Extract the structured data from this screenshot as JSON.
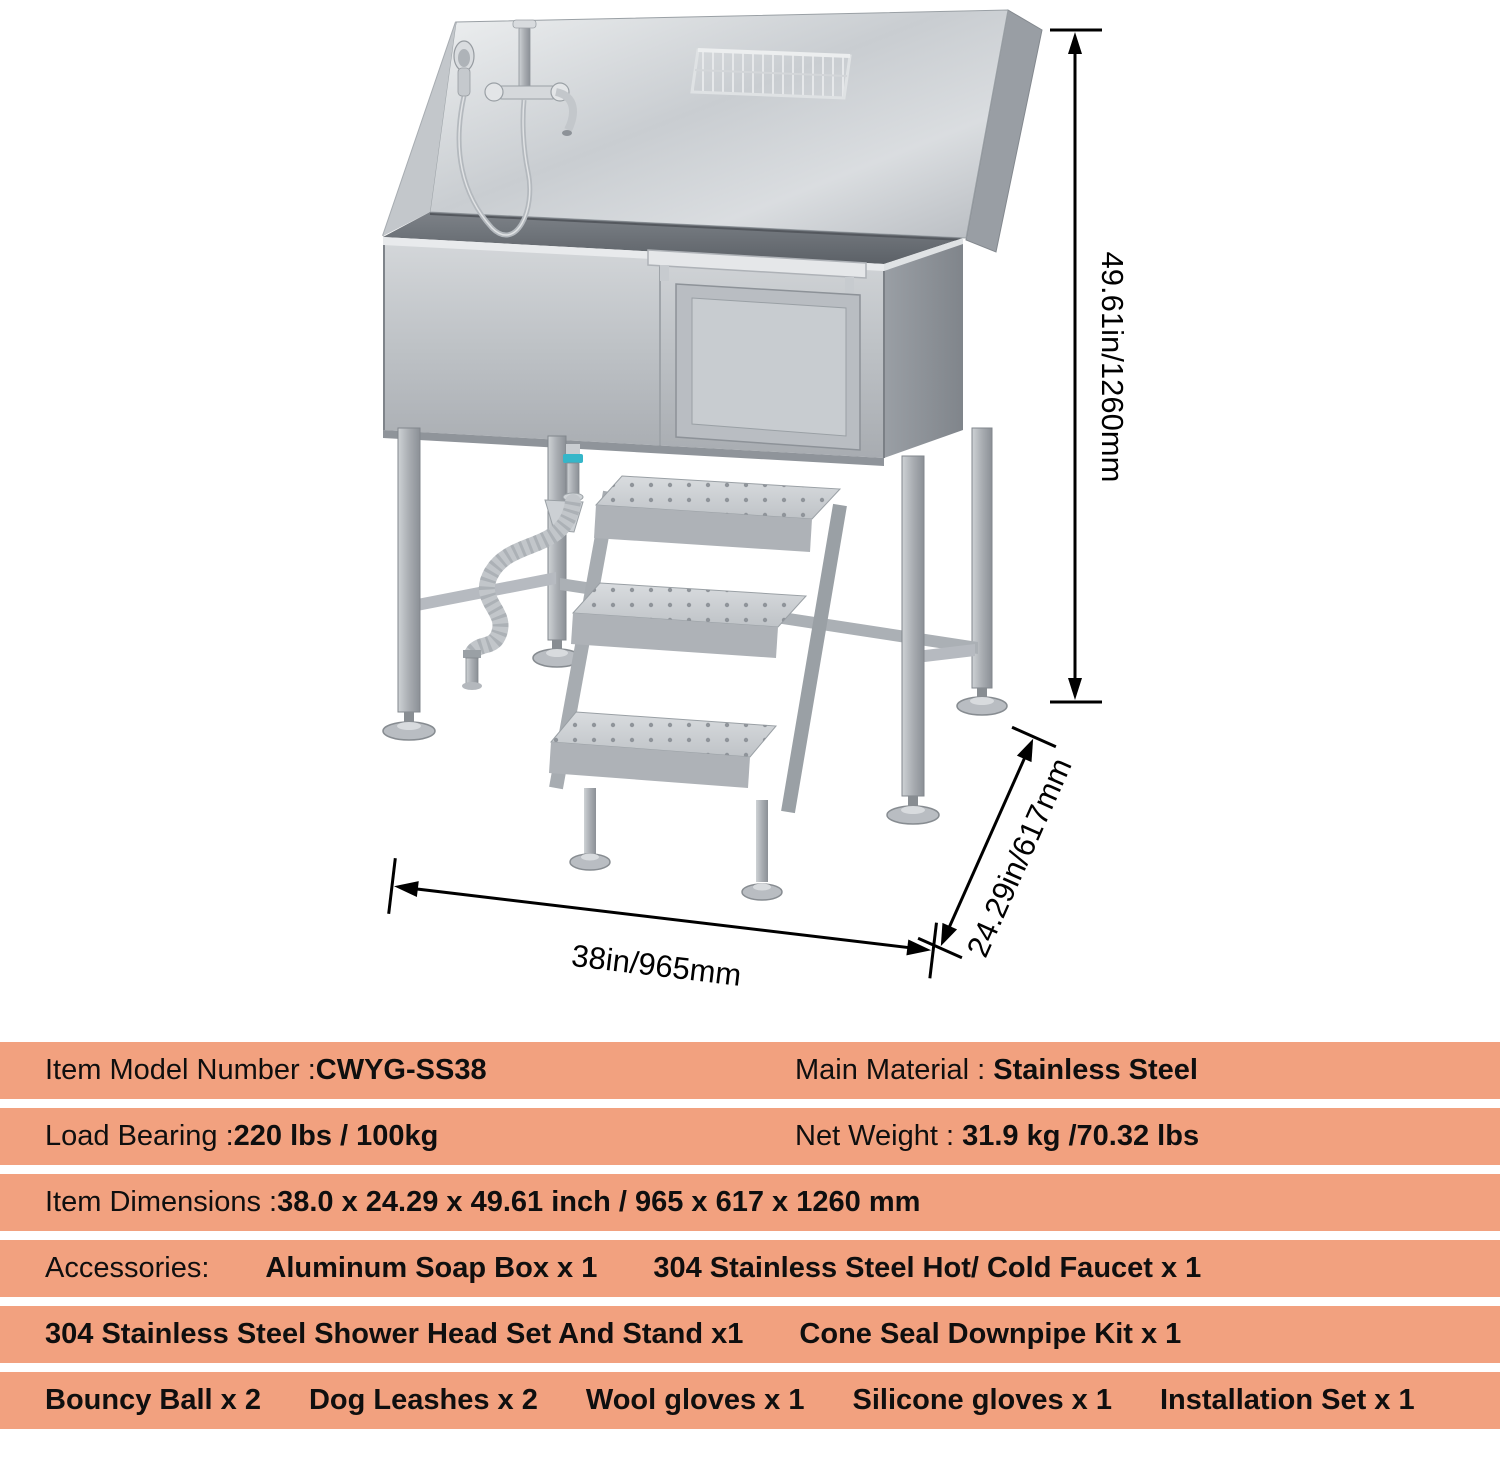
{
  "diagram": {
    "height_label": "49.61in/1260mm",
    "width_label": "38in/965mm",
    "depth_label": "24.29in/617mm"
  },
  "spec": {
    "row1": {
      "left_label": "Item Model Number : ",
      "left_value": "CWYG-SS38",
      "right_label": "Main Material : ",
      "right_value": "Stainless Steel"
    },
    "row2": {
      "left_label": "Load Bearing : ",
      "left_value": "220 lbs / 100kg",
      "right_label": "Net Weight : ",
      "right_value": "31.9 kg /70.32 lbs"
    },
    "row3": {
      "label": "Item Dimensions : ",
      "value": "38.0 x 24.29 x 49.61 inch / 965 x 617 x 1260 mm"
    },
    "row4": {
      "label": "Accessories: ",
      "items": [
        "Aluminum Soap Box x 1",
        "304 Stainless Steel Hot/ Cold Faucet x 1"
      ]
    },
    "row5": {
      "items": [
        "304 Stainless Steel Shower Head Set And Stand x1",
        "Cone Seal Downpipe Kit x 1"
      ]
    },
    "row6": {
      "items": [
        "Bouncy Ball x 2",
        "Dog Leashes x 2",
        "Wool gloves x 1",
        "Silicone gloves x 1",
        "Installation Set x 1"
      ]
    }
  },
  "colors": {
    "row_bg": "#f2a17f"
  }
}
